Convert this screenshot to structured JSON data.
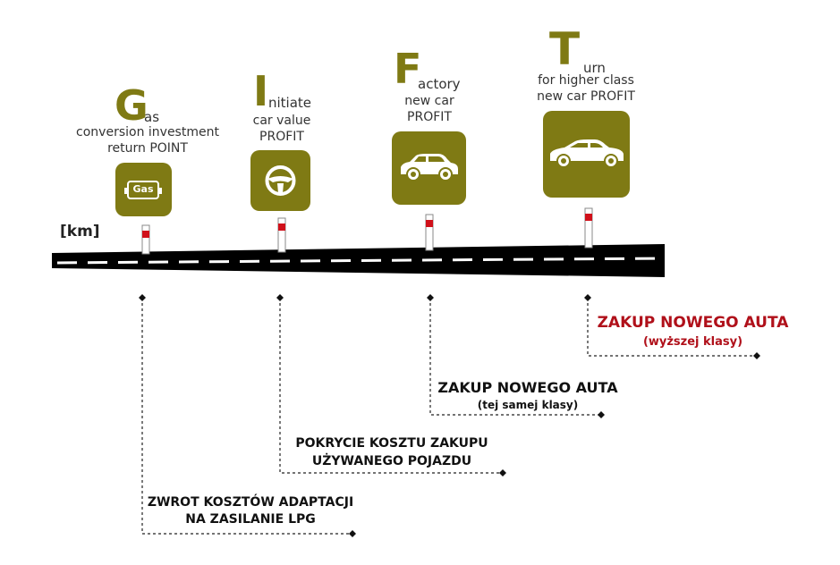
{
  "axis_label": "[km]",
  "milestones": [
    {
      "letter": "G",
      "rest": "as",
      "caption_lines": [
        "conversion investment",
        "return POINT"
      ],
      "icon": "gas-icon",
      "icon_text": "Gas",
      "bottom_lines": [
        "ZWROT KOSZTÓW ADAPTACJI",
        "NA ZASILANIE LPG"
      ]
    },
    {
      "letter": "I",
      "rest": "nitiate",
      "caption_lines": [
        "car value",
        "PROFIT"
      ],
      "icon": "steering-wheel-icon",
      "bottom_lines": [
        "POKRYCIE KOSZTU ZAKUPU",
        "UŻYWANEGO POJAZDU"
      ]
    },
    {
      "letter": "F",
      "rest": "actory",
      "caption_lines": [
        "new car",
        "PROFIT"
      ],
      "icon": "hatchback-car-icon",
      "bottom_lines": [
        "ZAKUP NOWEGO AUTA",
        "(tej samej klasy)"
      ]
    },
    {
      "letter": "T",
      "rest": "urn",
      "caption_lines": [
        "for higher class",
        "new car PROFIT"
      ],
      "icon": "sedan-car-icon",
      "bottom_lines": [
        "ZAKUP NOWEGO AUTA",
        "(wyższej klasy)"
      ]
    }
  ],
  "colors": {
    "accent": "#7f7a14",
    "highlight": "#b0101a",
    "road": "#000000"
  }
}
